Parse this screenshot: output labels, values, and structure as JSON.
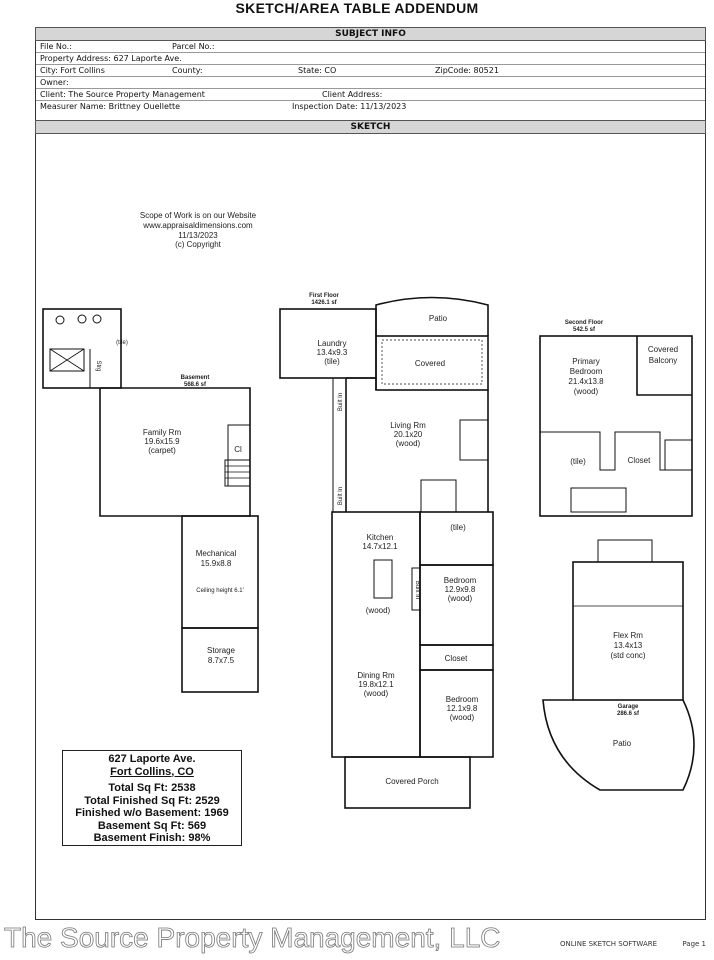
{
  "title": "SKETCH/AREA TABLE ADDENDUM",
  "subject_info": {
    "header": "SUBJECT INFO",
    "file_no": "File No.:",
    "parcel_no": "Parcel No.:",
    "property_address": "Property Address: 627 Laporte Ave.",
    "city": "City: Fort Collins",
    "county": "County:",
    "state": "State: CO",
    "zipcode": "ZipCode: 80521",
    "owner": "Owner:",
    "client": "Client: The Source Property Management",
    "client_address": "Client Address:",
    "measurer": "Measurer Name: Brittney Ouellette",
    "inspection_date": "Inspection Date: 11/13/2023"
  },
  "sketch": {
    "header": "SKETCH",
    "scope": [
      "Scope of Work is on our Website",
      "www.appraisaldimensions.com",
      "11/13/2023",
      "(c) Copyright"
    ],
    "basement": {
      "label": "Basement",
      "area": "568.6 sf",
      "bath": "(tile)",
      "strg": "Strg",
      "family": [
        "Family Rm",
        "19.6x15.9",
        "(carpet)"
      ],
      "cl": "Cl",
      "mechanical": [
        "Mechanical",
        "15.9x8.8"
      ],
      "ceiling": "Ceiling height 6.1'",
      "storage": [
        "Storage",
        "8.7x7.5"
      ]
    },
    "first_floor": {
      "label": "First Floor",
      "area": "1426.1 sf",
      "laundry": [
        "Laundry",
        "13.4x9.3",
        "(tile)"
      ],
      "patio": "Patio",
      "covered": "Covered",
      "built_in": "Built In",
      "living": [
        "Living Rm",
        "20.1x20",
        "(wood)"
      ],
      "kitchen": [
        "Kitchen",
        "14.7x12.1"
      ],
      "kitchen_floor": "(wood)",
      "bath": "(tile)",
      "bedroom1": [
        "Bedroom",
        "12.9x9.8",
        "(wood)"
      ],
      "closet": "Closet",
      "dining": [
        "Dining Rm",
        "19.8x12.1",
        "(wood)"
      ],
      "bedroom2": [
        "Bedroom",
        "12.1x9.8",
        "(wood)"
      ],
      "porch": "Covered Porch"
    },
    "second_floor": {
      "label": "Second Floor",
      "area": "542.5 sf",
      "primary": [
        "Primary",
        "Bedroom",
        "21.4x13.8",
        "(wood)"
      ],
      "balcony": [
        "Covered",
        "Balcony"
      ],
      "bath": "(tile)",
      "closet": "Closet"
    },
    "garage": {
      "label": "Garage",
      "area": "286.6 sf",
      "flex": [
        "Flex Rm",
        "13.4x13",
        "(std conc)"
      ],
      "patio": "Patio"
    }
  },
  "summary": {
    "address": "627 Laporte Ave.",
    "city": "Fort Collins, CO",
    "total": "Total Sq Ft:  2538",
    "finished": "Total Finished Sq Ft:  2529",
    "wo_basement": "Finished w/o Basement:  1969",
    "basement": "Basement Sq Ft:  569",
    "basement_finish": "Basement Finish:  98%"
  },
  "footer": {
    "watermark": "The Source Property Management, LLC",
    "center": "ONLINE SKETCH SOFTWARE",
    "page": "Page 1"
  }
}
